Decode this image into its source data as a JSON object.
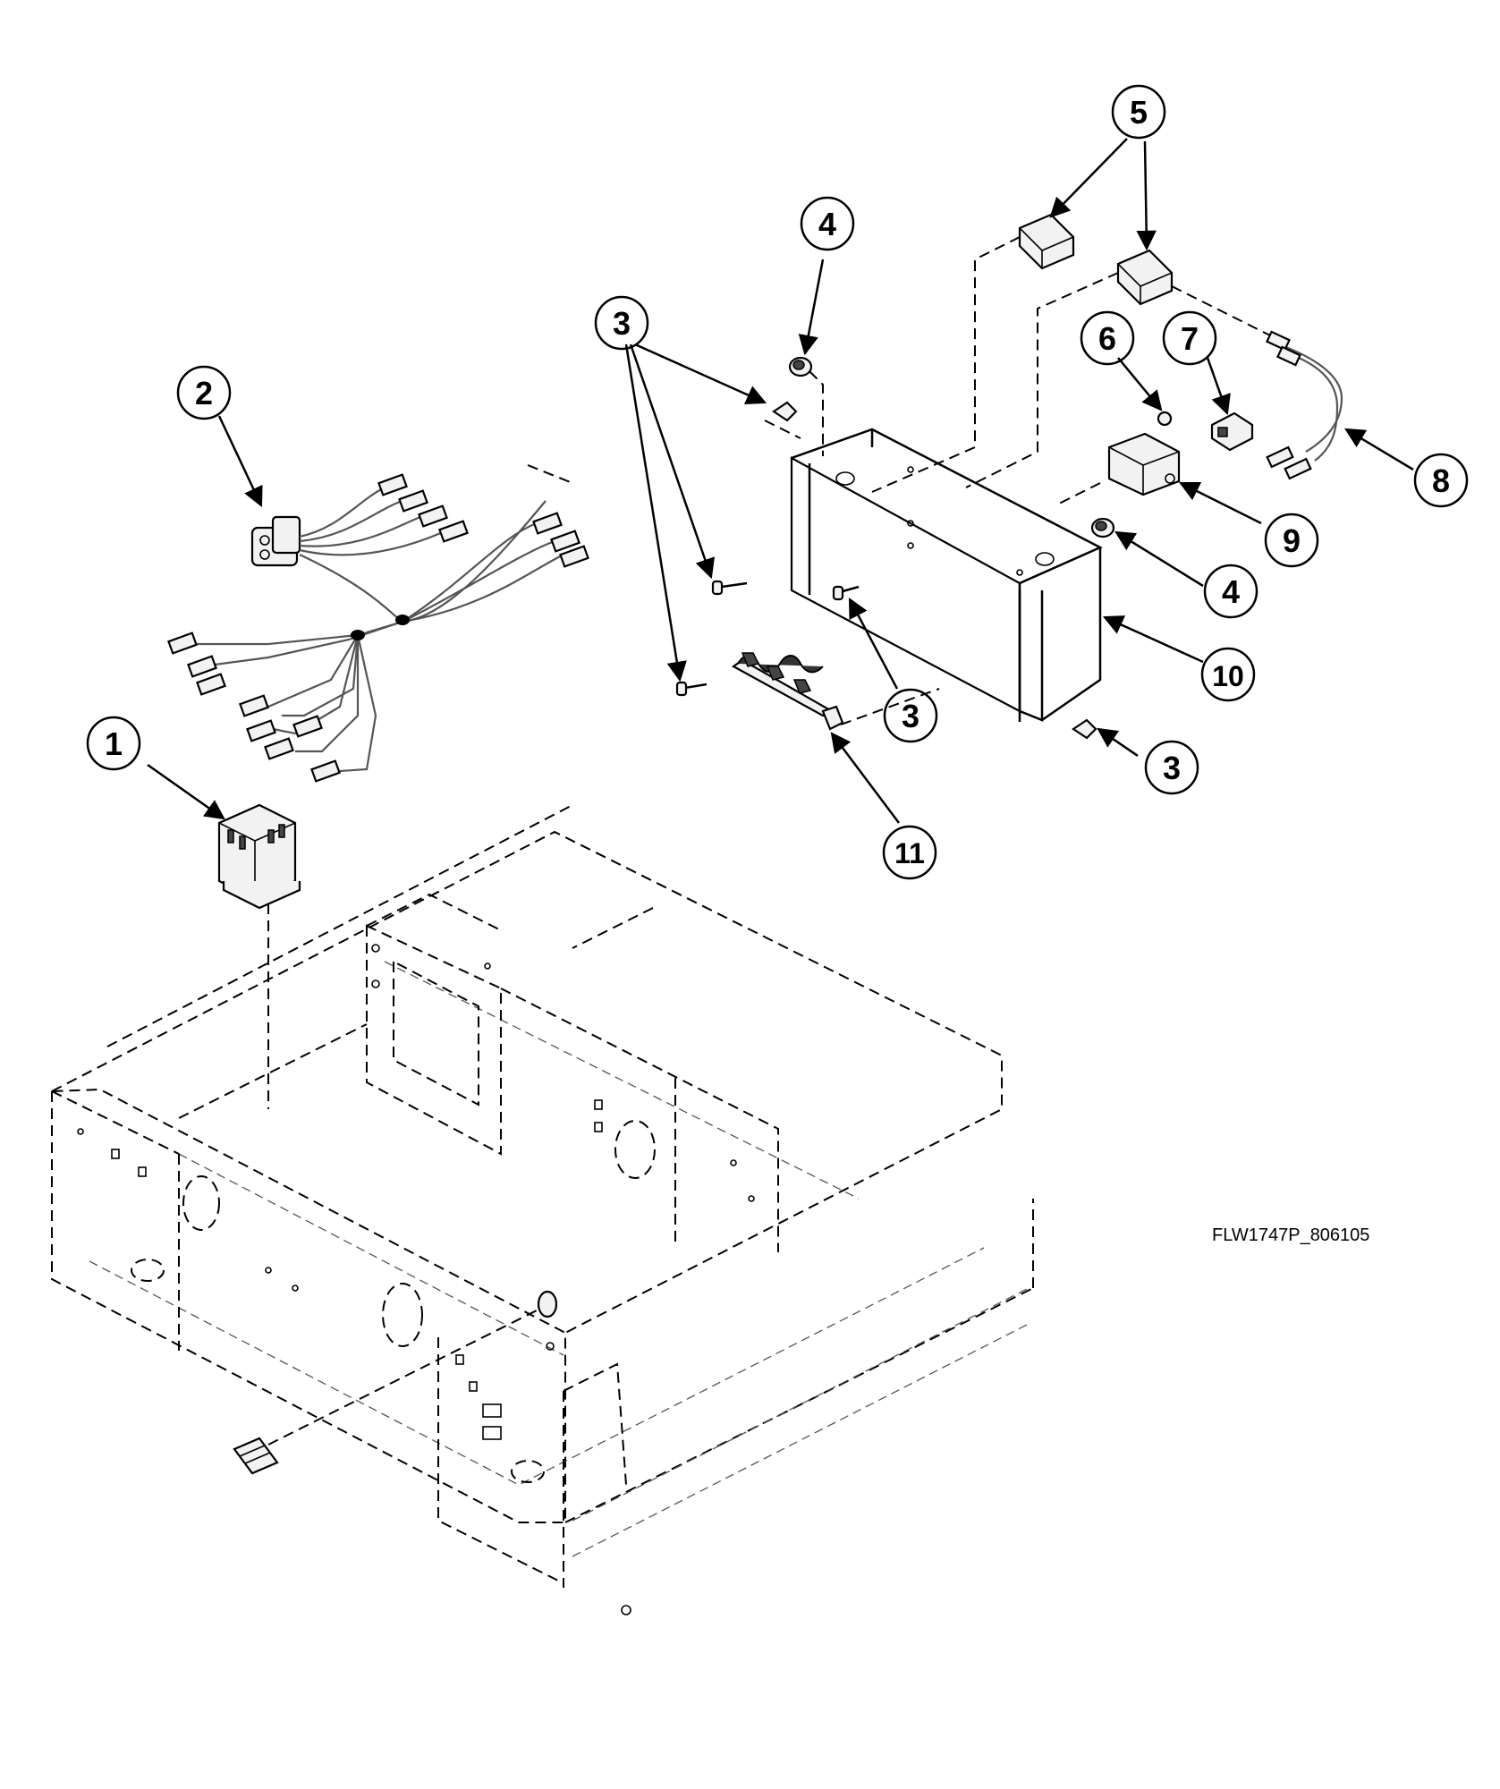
{
  "drawing": {
    "id_label": "FLW1747P_806105"
  },
  "callouts": [
    {
      "key": "c1",
      "text": "1"
    },
    {
      "key": "c2",
      "text": "2"
    },
    {
      "key": "c3a",
      "text": "3"
    },
    {
      "key": "c3b",
      "text": "3"
    },
    {
      "key": "c3c",
      "text": "3"
    },
    {
      "key": "c4a",
      "text": "4"
    },
    {
      "key": "c4b",
      "text": "4"
    },
    {
      "key": "c5",
      "text": "5"
    },
    {
      "key": "c6",
      "text": "6"
    },
    {
      "key": "c7",
      "text": "7"
    },
    {
      "key": "c8",
      "text": "8"
    },
    {
      "key": "c9",
      "text": "9"
    },
    {
      "key": "c10",
      "text": "10"
    },
    {
      "key": "c11",
      "text": "11"
    }
  ]
}
